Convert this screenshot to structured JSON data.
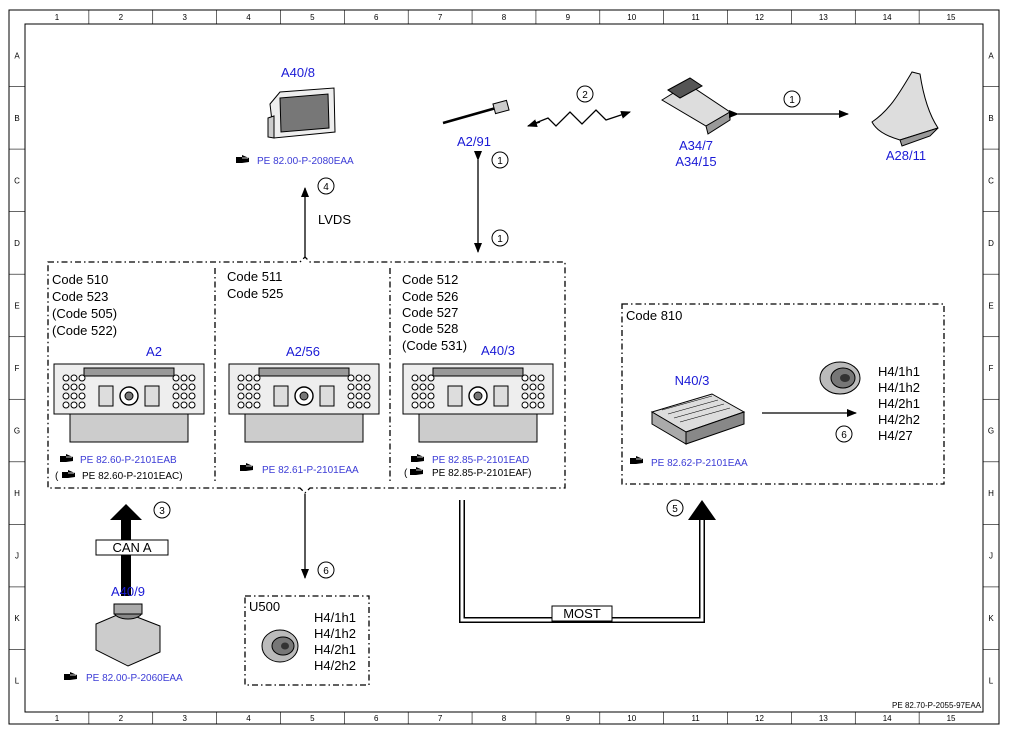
{
  "grid": {
    "columns": [
      "1",
      "2",
      "3",
      "4",
      "5",
      "6",
      "7",
      "8",
      "9",
      "10",
      "11",
      "12",
      "13",
      "14",
      "15"
    ],
    "rows": [
      "A",
      "B",
      "C",
      "D",
      "E",
      "F",
      "G",
      "H",
      "J",
      "K",
      "L"
    ]
  },
  "components": {
    "a40_8": {
      "label": "A40/8",
      "ref": "PE 82.00-P-2080EAA"
    },
    "a2_91": {
      "label": "A2/91"
    },
    "a34": {
      "label1": "A34/7",
      "label2": "A34/15"
    },
    "a28_11": {
      "label": "A28/11"
    },
    "a2": {
      "label": "A2",
      "codes": [
        "Code 510",
        "Code 523",
        "(Code 505)",
        "(Code 522)"
      ],
      "ref1": "PE 82.60-P-2101EAB",
      "ref2": "PE 82.60-P-2101EAC)"
    },
    "a2_56": {
      "label": "A2/56",
      "codes": [
        "Code 511",
        "Code 525"
      ],
      "ref1": "PE 82.61-P-2101EAA"
    },
    "a40_3": {
      "label": "A40/3",
      "codes": [
        "Code 512",
        "Code 526",
        "Code 527",
        "Code 528",
        "(Code 531)"
      ],
      "ref1": "PE 82.85-P-2101EAD",
      "ref2": "PE 82.85-P-2101EAF)"
    },
    "n40_3": {
      "label": "N40/3",
      "code": "Code 810",
      "ref": "PE 82.62-P-2101EAA",
      "speakers": [
        "H4/1h1",
        "H4/1h2",
        "H4/2h1",
        "H4/2h2",
        "H4/27"
      ]
    },
    "u500": {
      "label": "U500",
      "speakers": [
        "H4/1h1",
        "H4/1h2",
        "H4/2h1",
        "H4/2h2"
      ]
    },
    "a40_9": {
      "label": "A40/9",
      "ref": "PE 82.00-P-2060EAA"
    }
  },
  "connections": {
    "lvds": "LVDS",
    "can": "CAN A",
    "most": "MOST",
    "n1": "1",
    "n2": "2",
    "n3": "3",
    "n4": "4",
    "n5": "5",
    "n6": "6"
  },
  "footer": {
    "doc_ref": "PE 82.70-P-2055-97EAA"
  },
  "colors": {
    "component_label": "#1a1ad6",
    "reference": "#3b3bd6"
  },
  "icons": [
    "pointing-hand-icon"
  ]
}
